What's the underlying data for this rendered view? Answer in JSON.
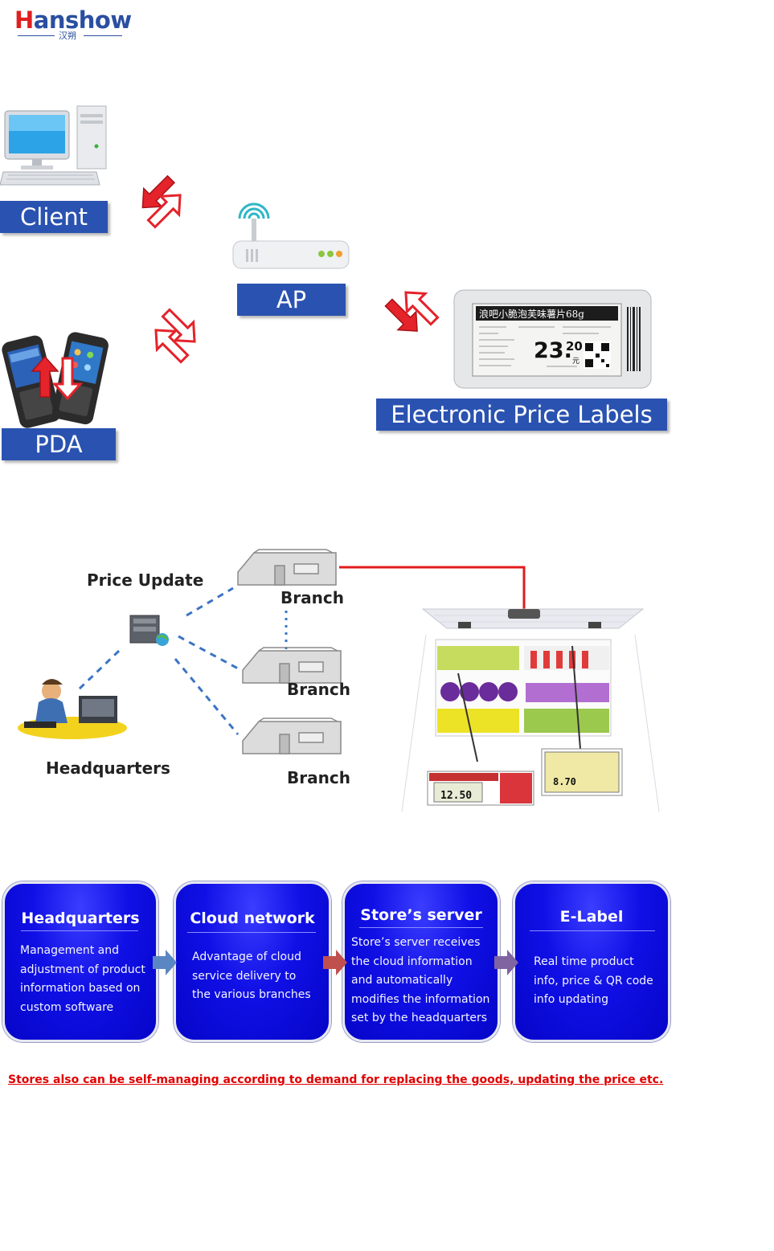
{
  "logo": {
    "main_prefix": "H",
    "main_rest": "anshow",
    "sub": "汉朔"
  },
  "top_diagram": {
    "client_label": "Client",
    "pda_label": "PDA",
    "ap_label": "AP",
    "esl_label": "Electronic Price Labels",
    "esl_screen": {
      "product_name": "浪吧小脆泡芙味薯片68g",
      "price_main": "23.",
      "price_decimal": "20",
      "price_unit": "元"
    }
  },
  "middle_diagram": {
    "price_update_label": "Price Update",
    "branch_labels": [
      "Branch",
      "Branch",
      "Branch"
    ],
    "headquarters_label": "Headquarters",
    "tag_prices": [
      "12.50",
      "8.70"
    ]
  },
  "flow": [
    {
      "title": "Headquarters",
      "body": [
        "Management and",
        "adjustment of product",
        "information based on",
        "custom software"
      ]
    },
    {
      "title": "Cloud network",
      "body": [
        "Advantage of cloud",
        "service delivery to",
        "the various branches"
      ]
    },
    {
      "title": "Store’s server",
      "body": [
        "Store’s server receives",
        "the cloud information",
        "and automatically",
        "modifies the information",
        "set by the headquarters"
      ]
    },
    {
      "title": "E-Label",
      "body": [
        "Real time product",
        "info, price & QR code",
        "info updating"
      ]
    }
  ],
  "colors": {
    "brand_blue": "#2a52b0",
    "card_blue": "#1010e6",
    "arrow_red": "#e4232b",
    "note_red": "#e00000"
  },
  "footer_note": "Stores also can be self-managing according to demand for replacing the goods, updating the price etc."
}
